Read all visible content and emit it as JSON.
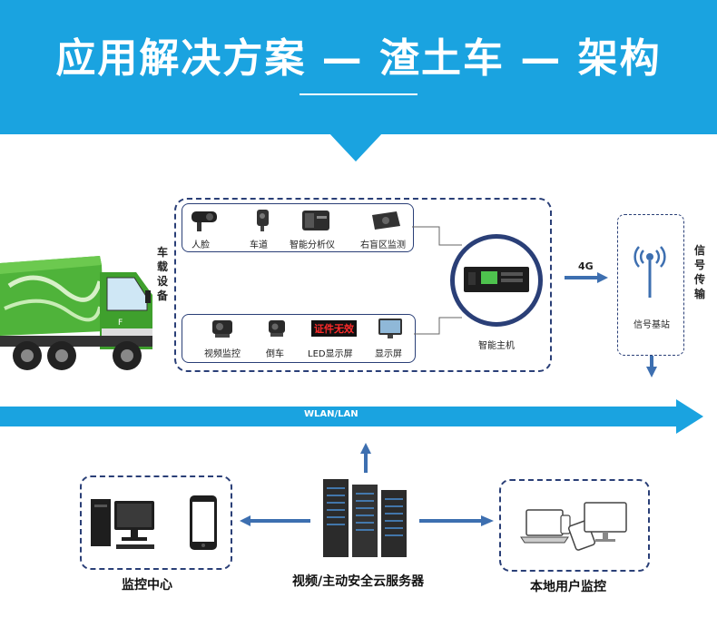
{
  "header": {
    "title": "应用解决方案 — 渣土车 — 架构"
  },
  "vehicle_label": "车载设备",
  "top_devices": [
    {
      "label": "人脸",
      "icon": "face-camera-icon"
    },
    {
      "label": "车道",
      "icon": "lane-camera-icon"
    },
    {
      "label": "智能分析仪",
      "icon": "analyzer-icon"
    },
    {
      "label": "右盲区监测",
      "icon": "blind-spot-camera-icon"
    }
  ],
  "bottom_devices": [
    {
      "label": "视频监控",
      "icon": "video-camera-icon"
    },
    {
      "label": "倒车",
      "icon": "reverse-camera-icon"
    },
    {
      "label": "LED显示屏",
      "icon": "led-display-icon",
      "screen_text": "证件无效"
    },
    {
      "label": "显示屏",
      "icon": "monitor-icon"
    }
  ],
  "host": {
    "label": "智能主机",
    "icon": "mdvr-host-icon"
  },
  "network": {
    "cellular": "4G"
  },
  "signal": {
    "side_label": "信号传输",
    "station_label": "信号基站",
    "icon": "antenna-icon"
  },
  "bus": {
    "label": "WLAN/LAN"
  },
  "monitor_center": {
    "label": "监控中心",
    "icons": [
      "desktop-pc-icon",
      "smartphone-icon"
    ]
  },
  "server": {
    "label": "视频/主动安全云服务器",
    "icon": "server-rack-icon"
  },
  "local_user": {
    "label": "本地用户监控",
    "icons": [
      "laptop-icon",
      "tablet-icon",
      "phone-icon",
      "monitor-icon"
    ]
  },
  "colors": {
    "header": "#1aa3e0",
    "dark": "#2a3f77",
    "arrow": "#3d6fb0",
    "truck": "#4fb33a"
  }
}
